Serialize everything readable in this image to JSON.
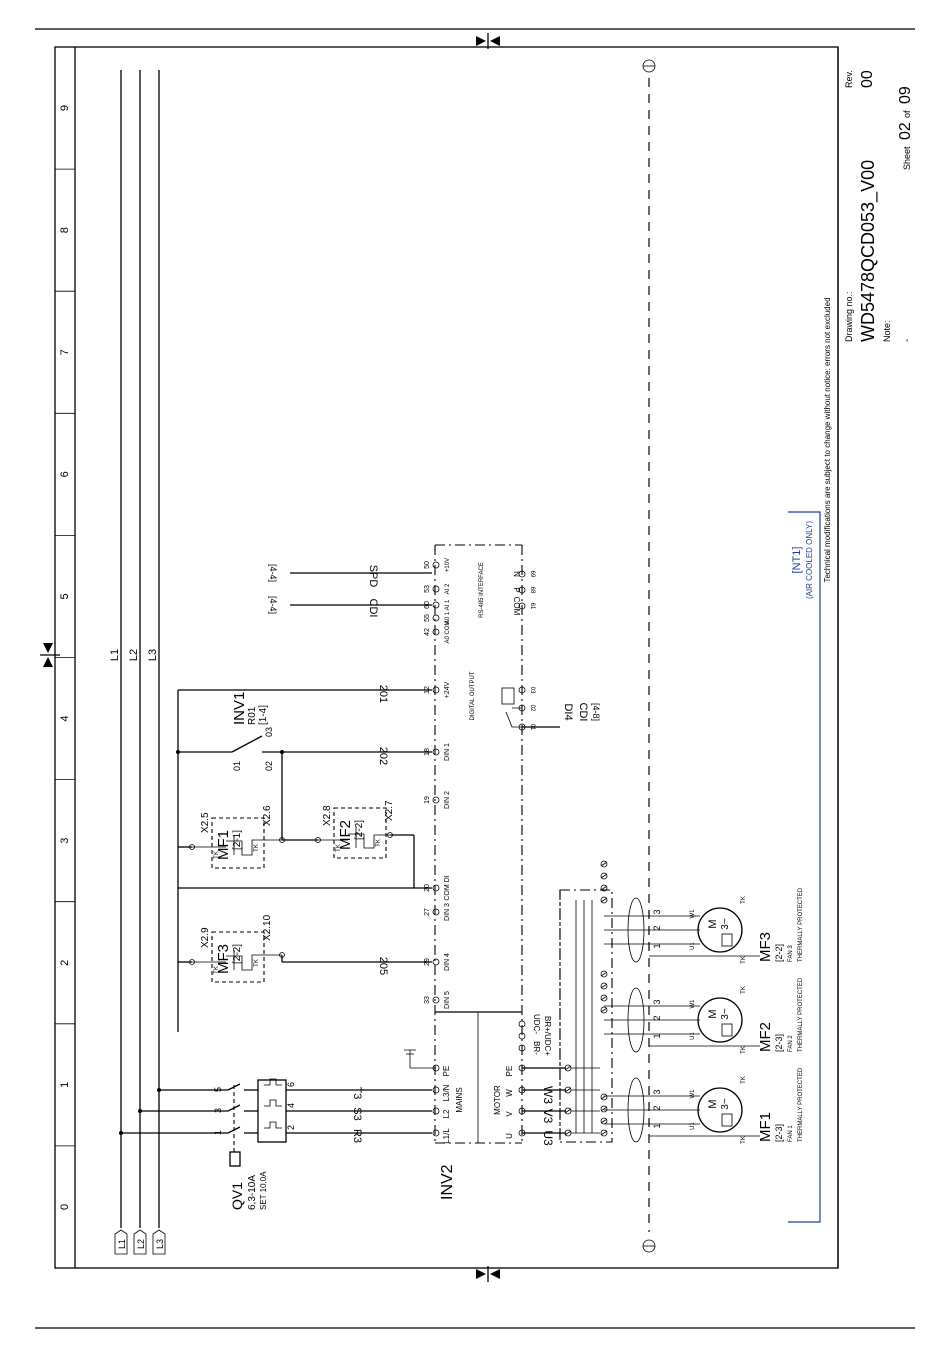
{
  "grid": {
    "columns": [
      "0",
      "1",
      "2",
      "3",
      "4",
      "5",
      "6",
      "7",
      "8",
      "9"
    ]
  },
  "supply_lines": [
    "L1",
    "L2",
    "L3"
  ],
  "breaker": {
    "tag": "QV1",
    "range": "6,3-10A",
    "set": "SET 10,0A",
    "terminals": [
      "1",
      "3",
      "5",
      "2",
      "4",
      "6"
    ]
  },
  "phase_wires": {
    "in": [
      "R3",
      "S3",
      "T3"
    ],
    "out": [
      "U3",
      "V3",
      "W3"
    ]
  },
  "inverter": {
    "tag": "INV2",
    "mains": {
      "title": "MAINS",
      "terms": [
        "L1/L",
        "L2",
        "L3/N",
        "PE"
      ]
    },
    "motor": {
      "title": "MOTOR",
      "terms": [
        "U",
        "V",
        "W",
        "PE"
      ]
    },
    "dc_terms": [
      "BR-",
      "BR+/UDC+",
      "UDC-"
    ],
    "din_terms": [
      "DIN 5",
      "DIN 4",
      "DIN 3",
      "COM DI",
      "DIN 2",
      "DIN 1",
      "+24V"
    ],
    "din_numbers": [
      "33",
      "29",
      "27",
      "20",
      "19",
      "18",
      "12"
    ],
    "digital_output": {
      "label": "DIGITAL OUTPUT",
      "terms": [
        "01",
        "02",
        "03"
      ]
    },
    "analog": {
      "numbers": [
        "42",
        "55",
        "60",
        "53",
        "50"
      ],
      "labels": [
        "A0 COM",
        "A0 1",
        "AI 1",
        "AI 2",
        "+10V"
      ]
    },
    "rs485": {
      "title": "RS-485 INTERFACE",
      "terms": [
        "COM",
        "P",
        "N"
      ],
      "numbers": [
        "61",
        "68",
        "69"
      ]
    }
  },
  "wire_numbers": {
    "w201": "201",
    "w202": "202",
    "w205": "205"
  },
  "relay_inv1": {
    "tag": "INV1",
    "contact": "R01",
    "ref": "[1-4]",
    "pins": [
      "01",
      "02",
      "03"
    ]
  },
  "fan_contacts": [
    {
      "tag": "MF1",
      "ref": "[2-1]",
      "a": "X2.5",
      "b": "X2.6",
      "tk": "TK"
    },
    {
      "tag": "MF2",
      "ref": "[2-2]",
      "a": "X2.8",
      "b": "X2.7",
      "tk": "TK"
    },
    {
      "tag": "MF3",
      "ref": "[2-2]",
      "a": "X2.9",
      "b": "X2.10",
      "tk": "TK"
    }
  ],
  "signals": {
    "cdi": "CDI",
    "spd": "SPD",
    "cdi_ref": "[4-4]",
    "spd_ref": "[4-4]",
    "di4": "DI4",
    "di4_ref": "[4-8]",
    "cdi2": "CDI"
  },
  "fans": [
    {
      "tag": "MF1",
      "ref": "[2-3]",
      "name": "FAN 1",
      "note": "THERMALLY PROTECTED"
    },
    {
      "tag": "MF2",
      "ref": "[2-3]",
      "name": "FAN 2",
      "note": "THERMALLY PROTECTED"
    },
    {
      "tag": "MF3",
      "ref": "[2-2]",
      "name": "FAN 3",
      "note": "THERMALLY PROTECTED"
    }
  ],
  "motor_symbol": {
    "m": "M",
    "phase": "3~",
    "pins": [
      "U1",
      "V1",
      "W1"
    ],
    "tk": "TK",
    "cable_cores": [
      "1",
      "2",
      "3"
    ]
  },
  "nt1": {
    "tag": "[NT1]",
    "note": "(AIR COOLED ONLY)"
  },
  "title_block": {
    "disclaimer": "Technical modifications are subject to change without notice: errors not excluded",
    "drawing_label": "Drawing no.:",
    "drawing_no": "WD5478QCD053_V00",
    "rev_label": "Rev.",
    "rev": "00",
    "note_label": "Note:",
    "note": "-",
    "sheet_label": "Sheet",
    "sheet": "02",
    "of_label": "of",
    "total": "09"
  }
}
